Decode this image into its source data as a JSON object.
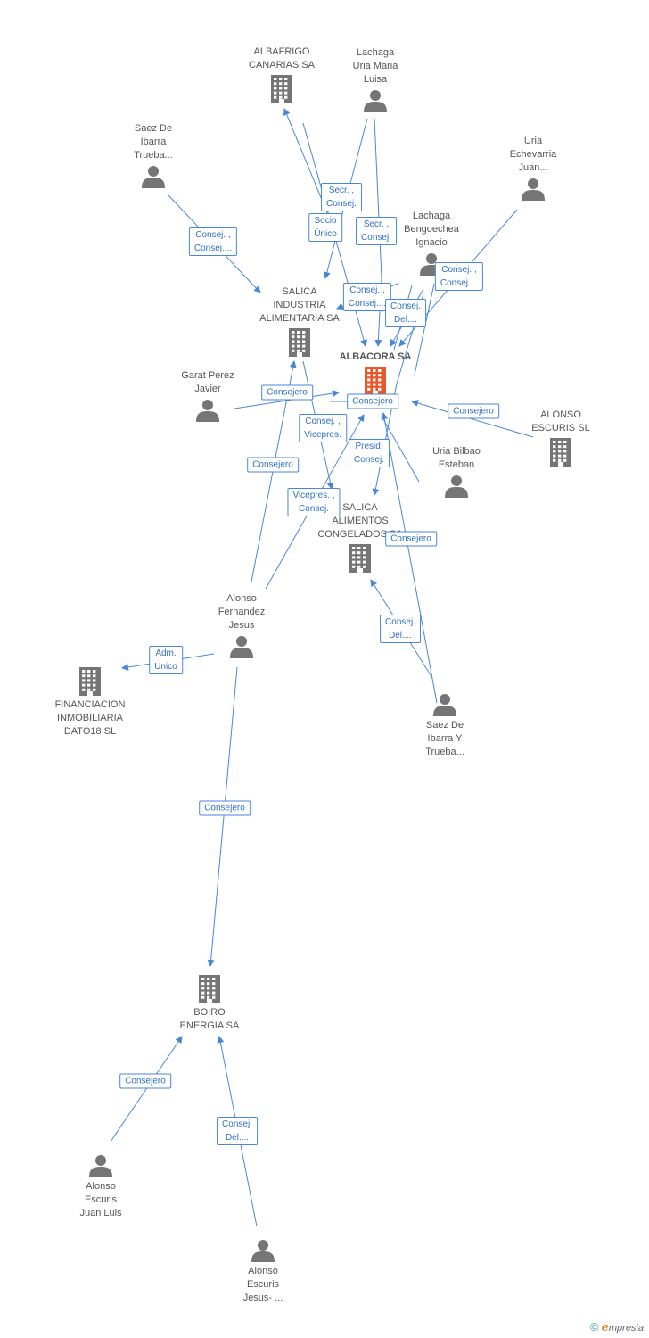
{
  "colors": {
    "edge": "#4a86d8",
    "icon": "#757575",
    "main": "#e8582a"
  },
  "nodes": [
    {
      "id": "albafrigo",
      "kind": "company",
      "label": "ALBAFRIGO\nCANARIAS SA"
    },
    {
      "id": "lachaga_maria",
      "kind": "person",
      "label": "Lachaga\nUria Maria\nLuisa"
    },
    {
      "id": "saez_de_ibarra",
      "kind": "person",
      "label": "Saez De\nIbarra\nTrueba..."
    },
    {
      "id": "uria_echevarria",
      "kind": "person",
      "label": "Uria\nEchevarria\nJuan..."
    },
    {
      "id": "lachaga_ignacio",
      "kind": "person",
      "label": "Lachaga\nBengoechea\nIgnacio"
    },
    {
      "id": "salica_industria",
      "kind": "company",
      "label": "SALICA\nINDUSTRIA\nALIMENTARIA SA"
    },
    {
      "id": "albacora",
      "kind": "main",
      "label": "ALBACORA SA"
    },
    {
      "id": "garat",
      "kind": "person",
      "label": "Garat Perez\nJavier"
    },
    {
      "id": "alonso_escuris_sl",
      "kind": "company",
      "label": "ALONSO\nESCURIS SL"
    },
    {
      "id": "uria_bilbao",
      "kind": "person",
      "label": "Uria Bilbao\nEsteban"
    },
    {
      "id": "salica_alimentos",
      "kind": "company",
      "label": "SALICA\nALIMENTOS\nCONGELADOS SA"
    },
    {
      "id": "alonso_fernandez",
      "kind": "person",
      "label": "Alonso\nFernandez\nJesus"
    },
    {
      "id": "financiacion",
      "kind": "company",
      "label": "FINANCIACION\nINMOBILIARIA\nDATO18 SL"
    },
    {
      "id": "saez_de_ibarra_y",
      "kind": "person",
      "label": "Saez De\nIbarra Y\nTrueba..."
    },
    {
      "id": "boiro",
      "kind": "company",
      "label": "BOIRO\nENERGIA SA"
    },
    {
      "id": "alonso_juan_luis",
      "kind": "person",
      "label": "Alonso\nEscuris\nJuan Luis"
    },
    {
      "id": "alonso_jesus",
      "kind": "person",
      "label": "Alonso\nEscuris\nJesus- ..."
    }
  ],
  "edges": [
    {
      "role": "Secr. ,\nConsej."
    },
    {
      "role": "Socio\nÚnico"
    },
    {
      "role": "Secr. ,\nConsej."
    },
    {
      "role": "Consej. ,\nConsej...."
    },
    {
      "role": "Consej. ,\nConsej...."
    },
    {
      "role": "Consej. ,\nConsej...."
    },
    {
      "role": "Consej.\nDel...."
    },
    {
      "role": "Consejero"
    },
    {
      "role": "Consej.\nDel...."
    },
    {
      "role": "Consejero"
    },
    {
      "role": "Consejero"
    },
    {
      "role": "Consej. ,\nVicepres."
    },
    {
      "role": "Presid.\nConsej."
    },
    {
      "role": "Consejero"
    },
    {
      "role": "Vicepres. ,\nConsej."
    },
    {
      "role": "Consejero"
    },
    {
      "role": "Consej.\nDel...."
    },
    {
      "role": "Adm.\nUnico"
    },
    {
      "role": "Consejero"
    },
    {
      "role": "Consejero"
    },
    {
      "role": "Consej.\nDel...."
    }
  ],
  "brand": {
    "copyright": "©",
    "initial": "e",
    "name": "mpresia"
  }
}
